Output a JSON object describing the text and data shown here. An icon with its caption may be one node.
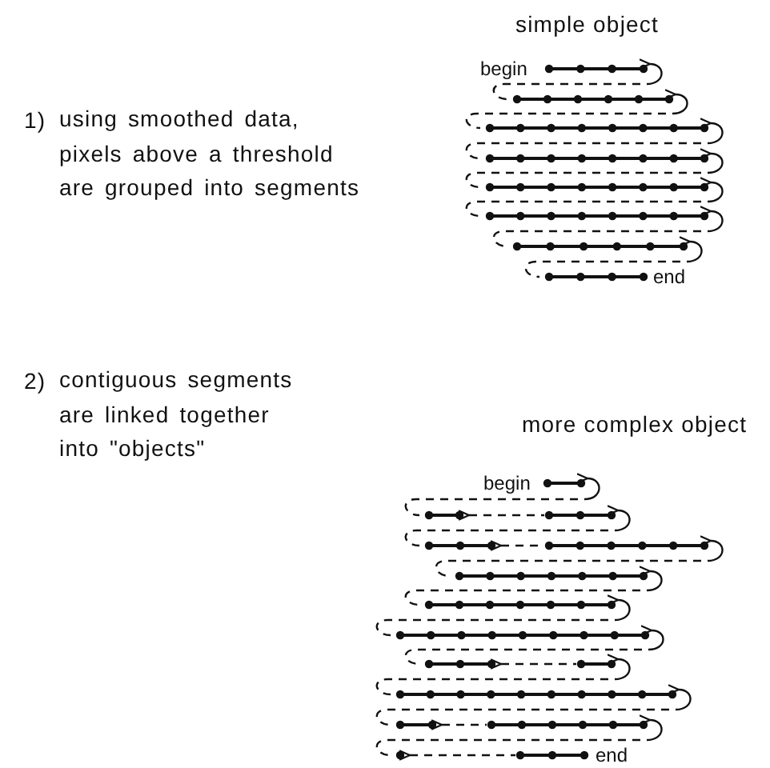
{
  "diagram": {
    "labels": [
      "simple object",
      "1)",
      "using smoothed data, pixels above a threshold are grouped into segments",
      "begin",
      "end",
      "more complex object",
      "2)",
      "contiguous segments are linked together into \"objects\"",
      "begin",
      "end"
    ]
  }
}
